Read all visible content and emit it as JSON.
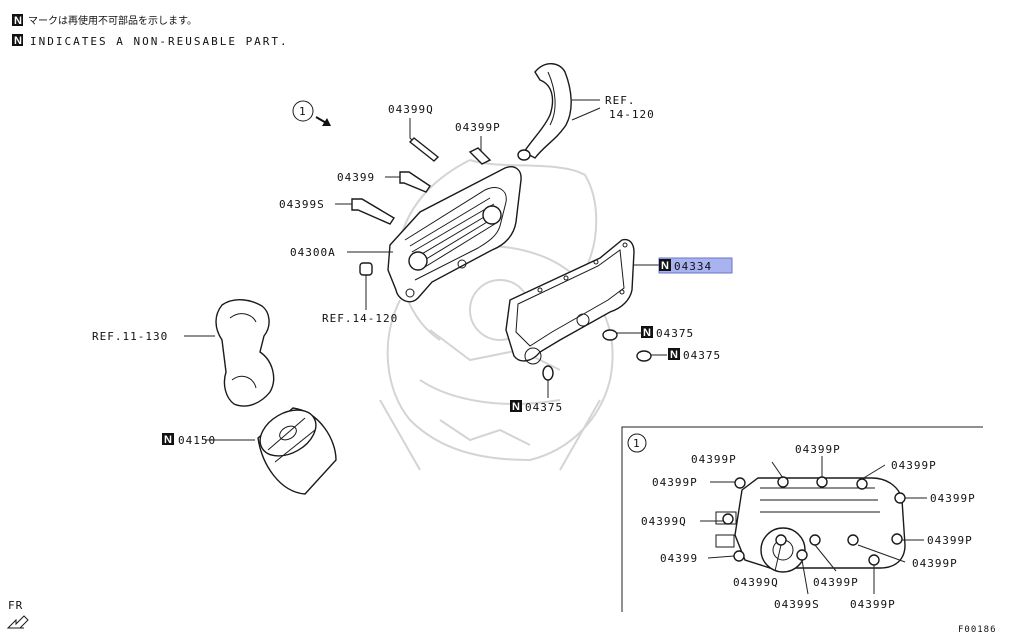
{
  "header": {
    "badge": "N",
    "line_ja": "マークは再使用不可部品を示します。",
    "line_en": "INDICATES A NON-REUSABLE PART."
  },
  "callout": "1",
  "labels": {
    "ref_14_120_top": "REF.",
    "ref_14_120_top_num": "14-120",
    "p_04399q": "04399Q",
    "p_04399p": "04399P",
    "p_04399": "04399",
    "p_04399s": "04399S",
    "p_04300a": "04300A",
    "ref_14_120_mid": "REF.14-120",
    "ref_11_130": "REF.11-130",
    "p_04334": "04334",
    "p_04375_a": "04375",
    "p_04375_b": "04375",
    "p_04375_c": "04375",
    "p_04150": "04150"
  },
  "detail": {
    "callout": "1",
    "labels": [
      "04399P",
      "04399P",
      "04399P",
      "04399P",
      "04399P",
      "04399Q",
      "04399P",
      "04399",
      "04399Q",
      "04399P",
      "04399P",
      "04399S",
      "04399P"
    ]
  },
  "footer": {
    "fr": "FR",
    "figure_id": "F00186"
  },
  "selected_part": "04334"
}
